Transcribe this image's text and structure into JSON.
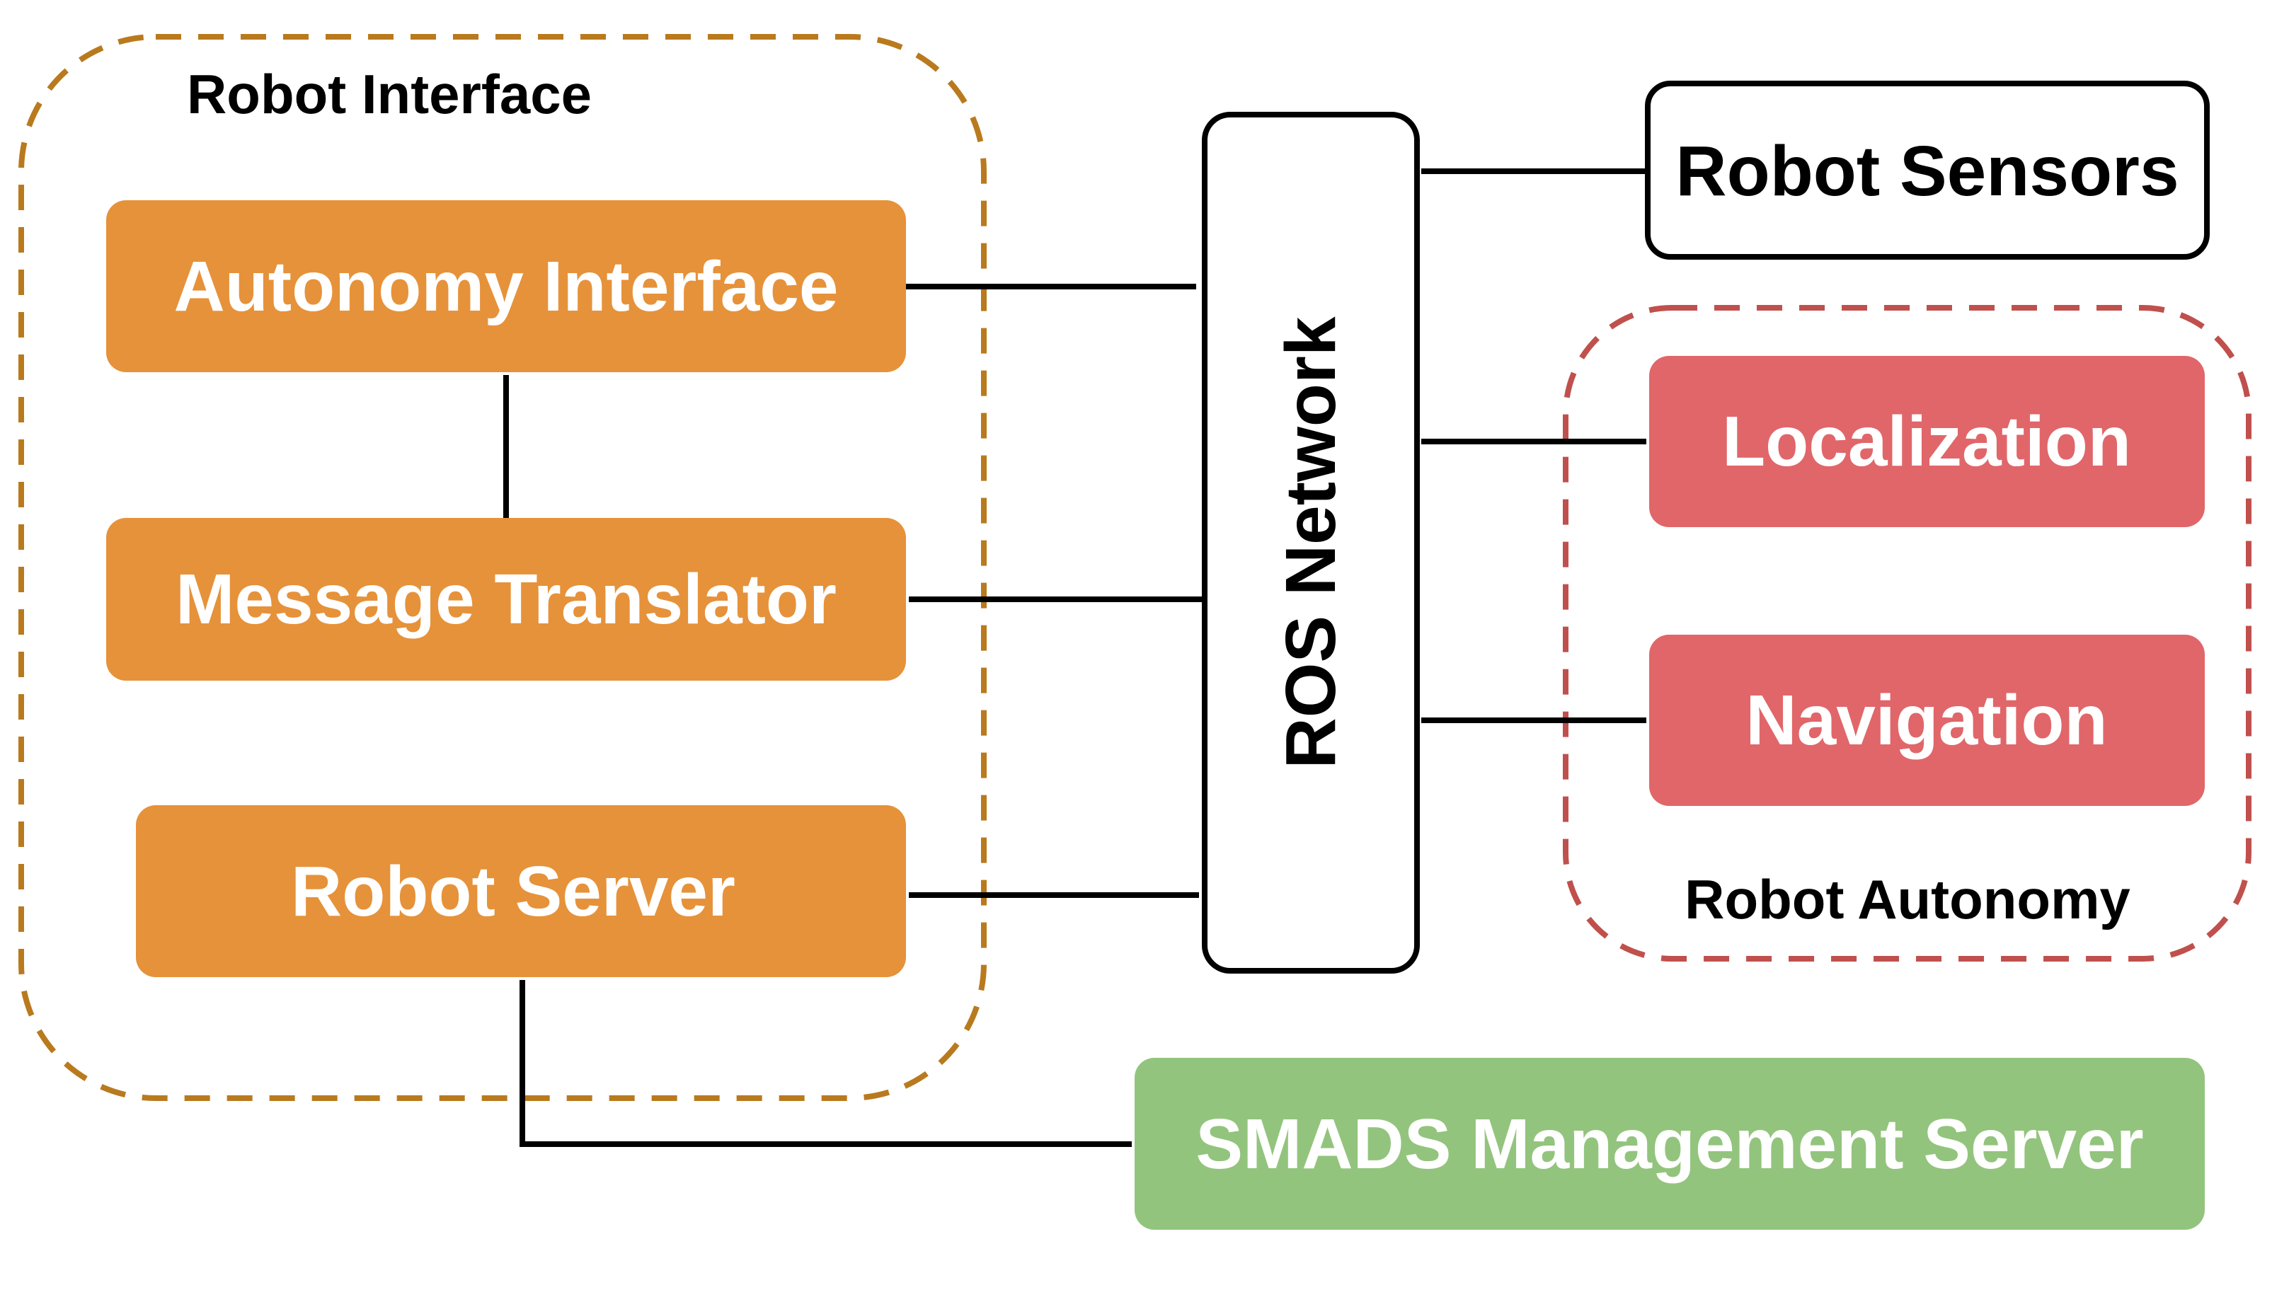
{
  "groups": {
    "robot_interface": {
      "label": "Robot Interface",
      "color": "#b97a1e"
    },
    "robot_autonomy": {
      "label": "Robot Autonomy",
      "color": "#c0504d"
    }
  },
  "nodes": {
    "autonomy_interface": {
      "label": "Autonomy Interface",
      "color": "#e6923a"
    },
    "message_translator": {
      "label": "Message Translator",
      "color": "#e6923a"
    },
    "robot_server": {
      "label": "Robot Server",
      "color": "#e6923a"
    },
    "ros_network": {
      "label": "ROS Network"
    },
    "robot_sensors": {
      "label": "Robot Sensors"
    },
    "localization": {
      "label": "Localization",
      "color": "#e0666a"
    },
    "navigation": {
      "label": "Navigation",
      "color": "#e0666a"
    },
    "smads_management_server": {
      "label": "SMADS Management Server",
      "color": "#93c47d"
    }
  }
}
